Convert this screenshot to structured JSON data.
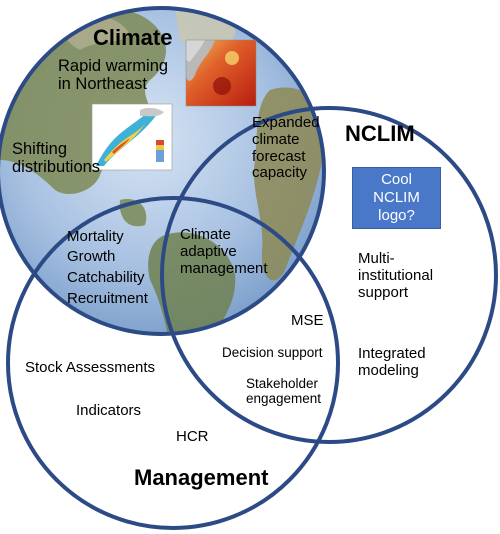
{
  "circles": {
    "climate": {
      "title": "Climate",
      "items": [
        "Rapid warming in Northeast",
        "Shifting distributions"
      ]
    },
    "nclim": {
      "title": "NCLIM",
      "items": [
        "Expanded climate forecast capacity",
        "Multi-institutional support",
        "Integrated modeling"
      ],
      "logo_placeholder": "Cool NCLIM logo?"
    },
    "management": {
      "title": "Management",
      "items": [
        "Stock Assessments",
        "Indicators",
        "HCR"
      ]
    }
  },
  "overlaps": {
    "climate_management": [
      "Mortality",
      "Growth",
      "Catchability",
      "Recruitment"
    ],
    "nclim_management": [
      "MSE",
      "Decision support",
      "Stakeholder engagement"
    ],
    "center": "Climate adaptive management"
  },
  "images": {
    "satellite_map": "sea-surface-temperature-map",
    "distribution_map": "species-distribution-map"
  },
  "colors": {
    "circle_stroke": "#2c4a86",
    "globe_ocean": "#6e94c4",
    "globe_land": "#8a8a5a",
    "logo_fill": "#4a78c9"
  }
}
